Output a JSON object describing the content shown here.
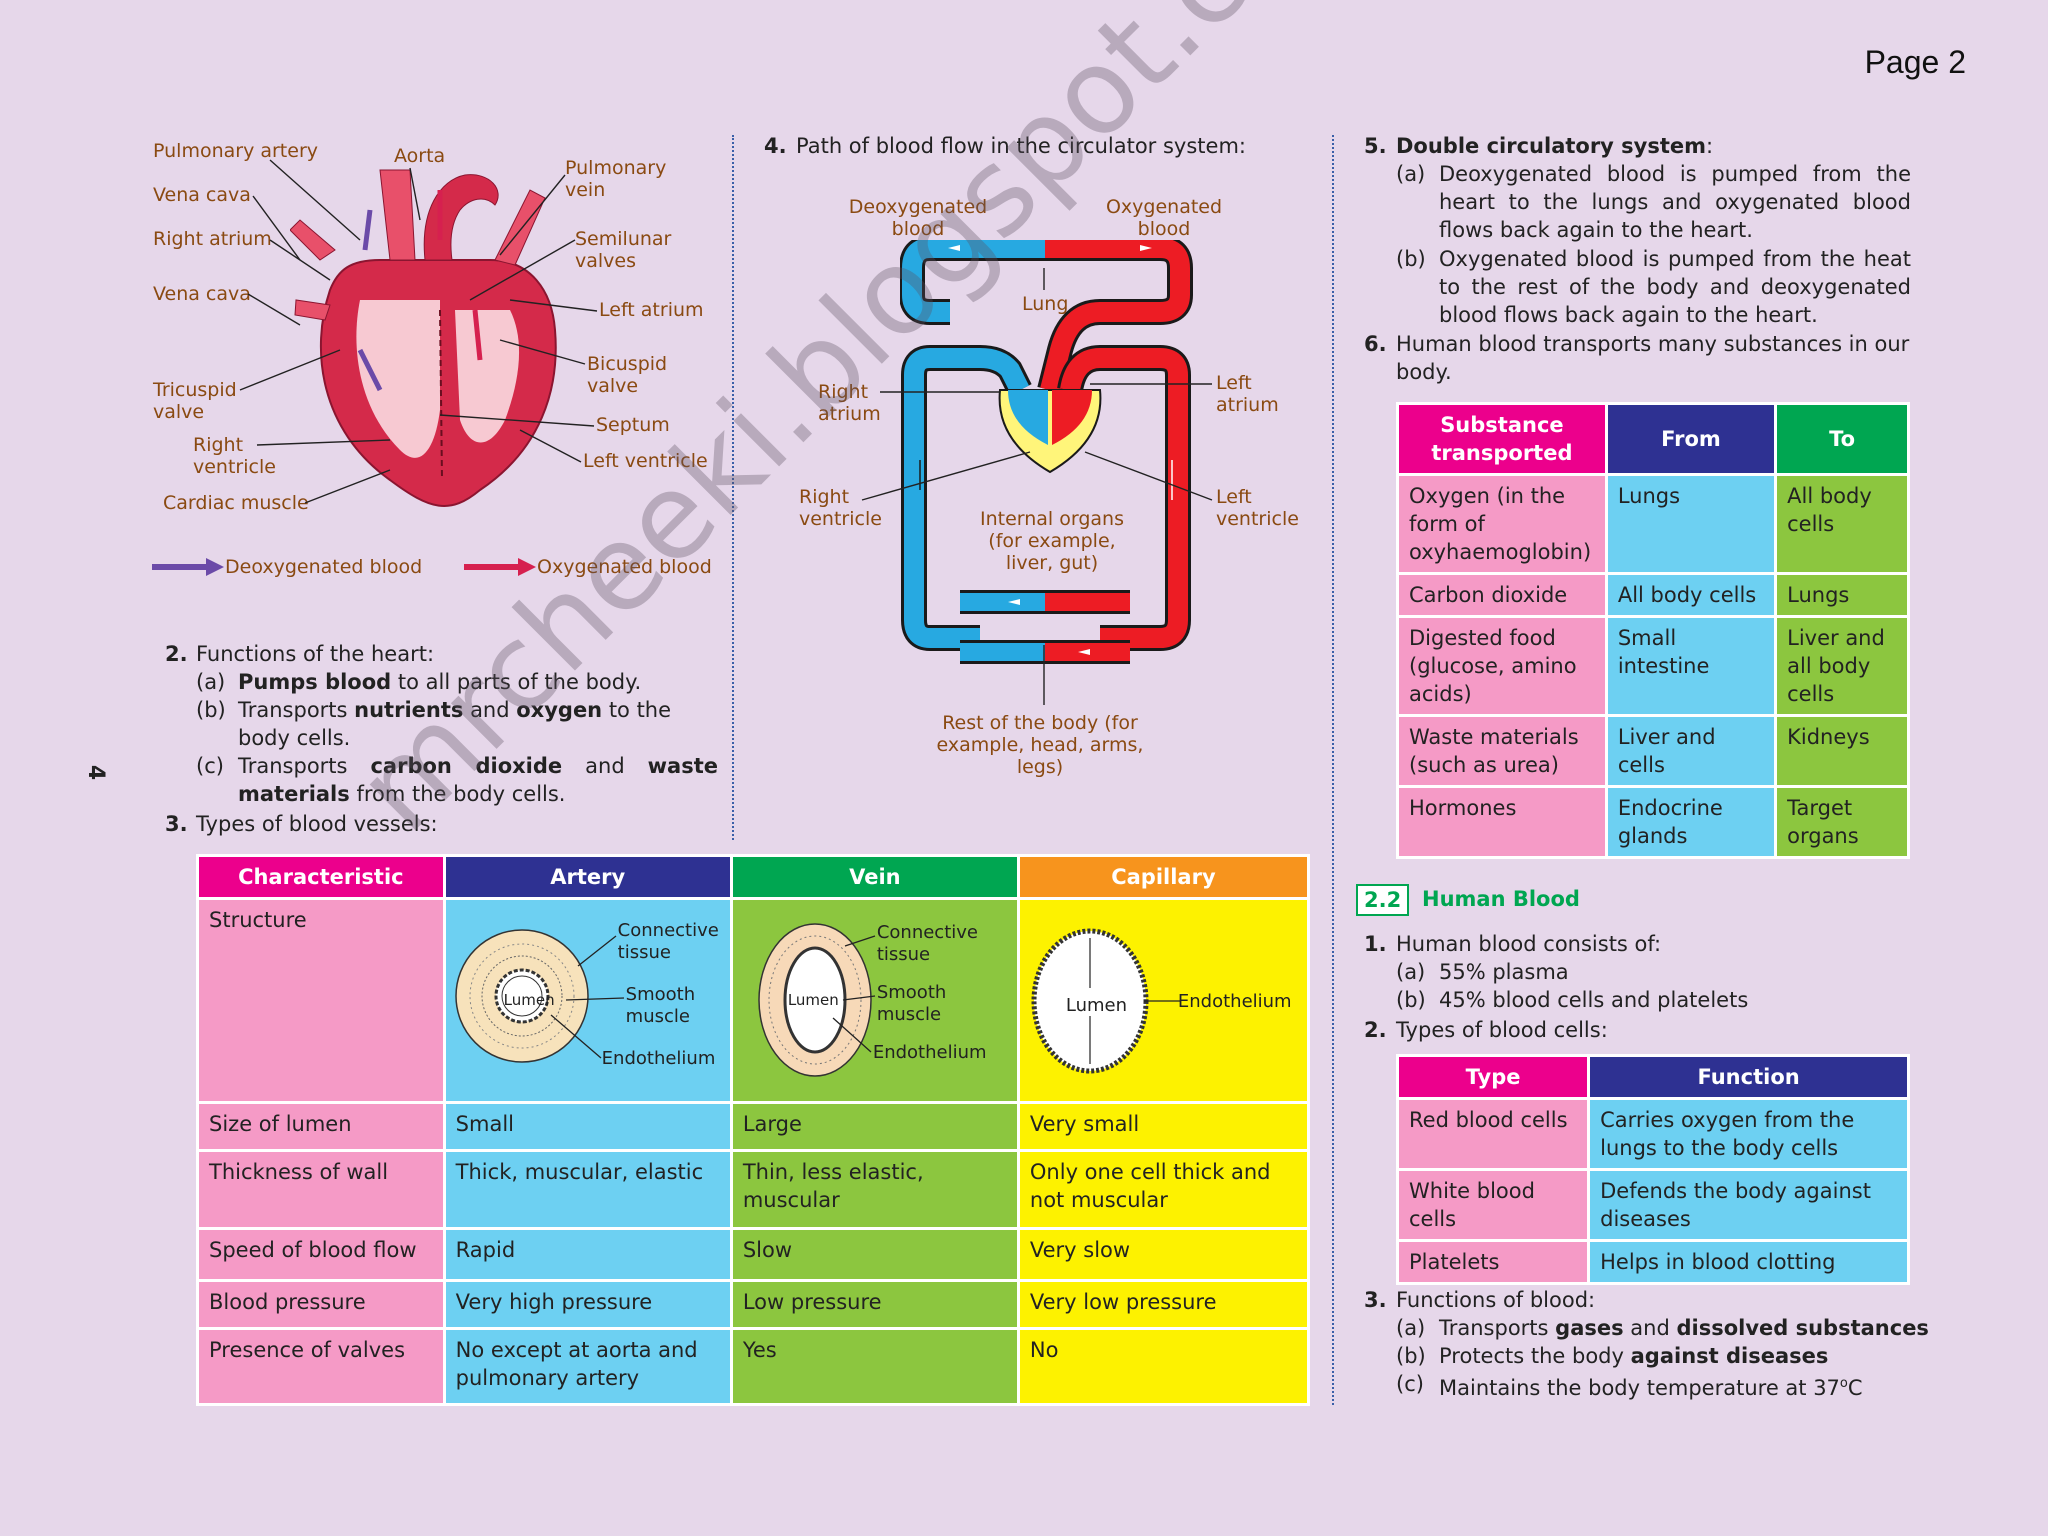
{
  "page_label": "Page 2",
  "side_mark": "4",
  "heart_diagram": {
    "labels": {
      "pulmonary_artery": "Pulmonary artery",
      "aorta": "Aorta",
      "pulmonary_vein": "Pulmonary vein",
      "vena_cava_top": "Vena cava",
      "right_atrium": "Right atrium",
      "semilunar_valves": "Semilunar valves",
      "vena_cava_lower": "Vena cava",
      "left_atrium": "Left atrium",
      "bicuspid_valve": "Bicuspid valve",
      "tricuspid_valve": "Tricuspid valve",
      "septum": "Septum",
      "right_ventricle": "Right ventricle",
      "left_ventricle": "Left ventricle",
      "cardiac_muscle": "Cardiac muscle"
    },
    "legend_deoxy": "Deoxygenated blood",
    "legend_oxy": "Oxygenated blood",
    "colors": {
      "deoxy": "#6b4aa8",
      "oxy": "#d6204f",
      "label": "#8a4a12"
    }
  },
  "section2": {
    "number": "2.",
    "title": "Functions of the heart:",
    "items": [
      {
        "mark": "(a)",
        "b1": "Pumps blood",
        "t1": " to all parts of the body."
      },
      {
        "mark": "(b)",
        "t0": "Transports ",
        "b1": "nutrients",
        "t1": " and ",
        "b2": "oxygen",
        "t2": " to the body cells."
      },
      {
        "mark": "(c)",
        "t0": "Transports ",
        "b1": "carbon dioxide",
        "t1": " and ",
        "b2": "waste materials",
        "t2": " from the body cells."
      }
    ]
  },
  "section3": {
    "number": "3.",
    "title": "Types of blood vessels:"
  },
  "section4": {
    "number": "4.",
    "title": "Path of blood flow in the circulator system:",
    "labels": {
      "deoxy": "Deoxygenated blood",
      "oxy": "Oxygenated blood",
      "lung": "Lung",
      "right_atrium": "Right atrium",
      "left_atrium": "Left atrium",
      "right_ventricle": "Right ventricle",
      "left_ventricle": "Left ventricle",
      "internal_organs": "Internal organs (for example, liver, gut)",
      "rest_of_body": "Rest of the body (for example, head, arms, legs)"
    },
    "colors": {
      "blue": "#27a9e1",
      "red": "#ed1c24",
      "outline": "#1a1a1a",
      "heart": "#fff57a"
    }
  },
  "vessels_table": {
    "headers": [
      "Characteristic",
      "Artery",
      "Vein",
      "Capillary"
    ],
    "structure_label": "Structure",
    "artery_labels": {
      "connective": "Connective tissue",
      "smooth": "Smooth muscle",
      "endothelium": "Endothelium",
      "lumen": "Lumen"
    },
    "vein_labels": {
      "connective": "Connective tissue",
      "smooth": "Smooth muscle",
      "endothelium": "Endothelium",
      "lumen": "Lumen"
    },
    "capillary_labels": {
      "lumen": "Lumen",
      "endothelium": "Endothelium"
    },
    "rows": [
      [
        "Size of lumen",
        "Small",
        "Large",
        "Very small"
      ],
      [
        "Thickness of wall",
        "Thick, muscular, elastic",
        "Thin, less elastic, muscular",
        "Only one cell thick and not muscular"
      ],
      [
        "Speed of blood flow",
        "Rapid",
        "Slow",
        "Very slow"
      ],
      [
        "Blood pressure",
        "Very high pressure",
        "Low pressure",
        "Very low pressure"
      ],
      [
        "Presence of valves",
        "No except at aorta and pulmonary artery",
        "Yes",
        "No"
      ]
    ]
  },
  "section5": {
    "number": "5.",
    "title": "Double circulatory system",
    "title_suffix": ":",
    "items": [
      {
        "mark": "(a)",
        "text": "Deoxygenated blood is pumped from the heart to the lungs and oxygenated blood flows back again to the heart."
      },
      {
        "mark": "(b)",
        "text": "Oxygenated blood is pumped from the heat to the rest of the body and deoxygenated blood flows back again to the heart."
      }
    ]
  },
  "section6": {
    "number": "6.",
    "title": "Human blood transports many substances in our body."
  },
  "substance_table": {
    "headers": [
      "Substance transported",
      "From",
      "To"
    ],
    "rows": [
      [
        "Oxygen (in the form of oxyhaemoglobin)",
        "Lungs",
        "All body cells"
      ],
      [
        "Carbon dioxide",
        "All body cells",
        "Lungs"
      ],
      [
        "Digested food (glucose, amino acids)",
        "Small intestine",
        "Liver and all body cells"
      ],
      [
        "Waste materials (such as urea)",
        "Liver and cells",
        "Kidneys"
      ],
      [
        "Hormones",
        "Endocrine glands",
        "Target organs"
      ]
    ]
  },
  "blood_section": {
    "badge": "2.2",
    "title": "Human Blood",
    "s1_number": "1.",
    "s1_title": "Human blood consists of:",
    "s1_items": [
      {
        "mark": "(a)",
        "text": "55% plasma"
      },
      {
        "mark": "(b)",
        "text": "45% blood cells and platelets"
      }
    ],
    "s2_number": "2.",
    "s2_title": "Types of blood cells:",
    "cells_table": {
      "headers": [
        "Type",
        "Function"
      ],
      "rows": [
        [
          "Red blood cells",
          "Carries oxygen from the lungs to the body cells"
        ],
        [
          "White blood cells",
          "Defends the body against diseases"
        ],
        [
          "Platelets",
          "Helps in blood clotting"
        ]
      ]
    },
    "s3_number": "3.",
    "s3_title": "Functions of blood:",
    "s3_items": [
      {
        "mark": "(a)",
        "t0": "Transports ",
        "b1": "gases",
        "t1": " and ",
        "b2": "dissolved substances",
        "t2": ""
      },
      {
        "mark": "(b)",
        "t0": "Protects the body ",
        "b1": "against diseases",
        "t1": "",
        "b2": "",
        "t2": ""
      },
      {
        "mark": "(c)",
        "t0": "Maintains the body temperature at 37",
        "sup": "o",
        "t1": "C"
      }
    ]
  },
  "watermark": "mrcheeki.blogspot.com.au"
}
